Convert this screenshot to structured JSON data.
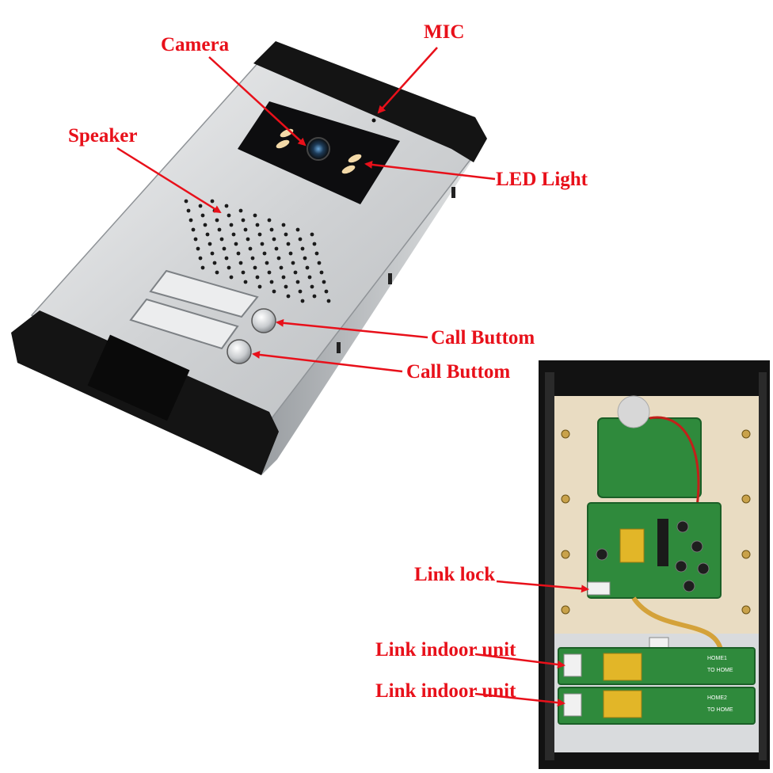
{
  "labels": {
    "mic": "MIC",
    "camera": "Camera",
    "speaker": "Speaker",
    "led_light": "LED Light",
    "call_button_1": "Call Buttom",
    "call_button_2": "Call Buttom",
    "link_lock": "Link  lock",
    "link_indoor_1": "Link indoor unit",
    "link_indoor_2": "Link indoor unit"
  },
  "board_text": {
    "relay_a_1": "HOME1",
    "relay_a_2": "TO HOME",
    "relay_b_1": "HOME2",
    "relay_b_2": "TO HOME"
  },
  "colors": {
    "label": "#e8101a",
    "arrow": "#e8101a",
    "panel": "#d4d6d8",
    "trim": "#141414",
    "pcb": "#2f8a3c",
    "relay": "#e2b628"
  }
}
